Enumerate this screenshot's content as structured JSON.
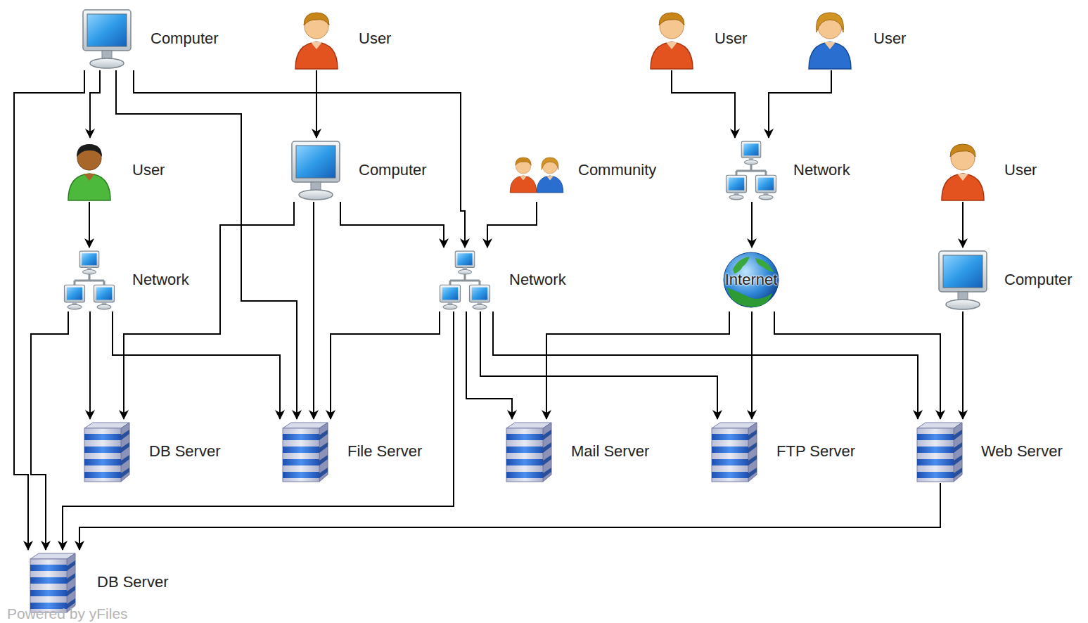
{
  "diagram": {
    "nodes": [
      {
        "text": [
          "Computer"
        ]
      },
      {
        "text": [
          "User"
        ]
      },
      {
        "text": [
          "User"
        ]
      },
      {
        "text": [
          "User"
        ]
      },
      {
        "text": [
          "User"
        ]
      },
      {
        "text": [
          "Computer"
        ]
      },
      {
        "text": [
          "Community"
        ]
      },
      {
        "text": [
          "Network"
        ]
      },
      {
        "text": [
          "User"
        ]
      },
      {
        "text": [
          "Network"
        ]
      },
      {
        "text": [
          "Network"
        ]
      },
      {
        "text": [
          "Internet"
        ]
      },
      {
        "text": [
          "Computer"
        ]
      },
      {
        "text": [
          "DB Server"
        ]
      },
      {
        "text": [
          "File Server"
        ]
      },
      {
        "text": [
          "Mail Server"
        ]
      },
      {
        "text": [
          "FTP Server"
        ]
      },
      {
        "text": [
          "Web Server"
        ]
      },
      {
        "text": [
          "DB Server"
        ]
      }
    ],
    "edges": [
      {
        "from": 0,
        "to": 4,
        "arrow": "to"
      },
      {
        "from": 0,
        "to": 18,
        "arrow": "to"
      },
      {
        "from": 0,
        "to": 14,
        "arrow": "to"
      },
      {
        "from": 0,
        "to": 10,
        "arrow": "to"
      },
      {
        "from": 1,
        "to": 5,
        "arrow": "to"
      },
      {
        "from": 2,
        "to": 7,
        "arrow": "to"
      },
      {
        "from": 3,
        "to": 7,
        "arrow": "to"
      },
      {
        "from": 4,
        "to": 9,
        "arrow": "to"
      },
      {
        "from": 5,
        "to": 13,
        "arrow": "to"
      },
      {
        "from": 5,
        "to": 14,
        "arrow": "to"
      },
      {
        "from": 5,
        "to": 10,
        "arrow": "to"
      },
      {
        "from": 6,
        "to": 10,
        "arrow": "to"
      },
      {
        "from": 7,
        "to": 11,
        "arrow": "to"
      },
      {
        "from": 8,
        "to": 12,
        "arrow": "to"
      },
      {
        "from": 9,
        "to": 18,
        "arrow": "to"
      },
      {
        "from": 9,
        "to": 13,
        "arrow": "to"
      },
      {
        "from": 9,
        "to": 14,
        "arrow": "to"
      },
      {
        "from": 10,
        "to": 14,
        "arrow": "to"
      },
      {
        "from": 10,
        "to": 18,
        "arrow": "to"
      },
      {
        "from": 10,
        "to": 15,
        "arrow": "to"
      },
      {
        "from": 10,
        "to": 16,
        "arrow": "to"
      },
      {
        "from": 10,
        "to": 17,
        "arrow": "to"
      },
      {
        "from": 11,
        "to": 15,
        "arrow": "to"
      },
      {
        "from": 11,
        "to": 16,
        "arrow": "to"
      },
      {
        "from": 11,
        "to": 17,
        "arrow": "to"
      },
      {
        "from": 12,
        "to": 17,
        "arrow": "to"
      },
      {
        "from": 17,
        "to": 18,
        "arrow": "to"
      }
    ],
    "labels": [
      "Powered by yFiles"
    ]
  }
}
